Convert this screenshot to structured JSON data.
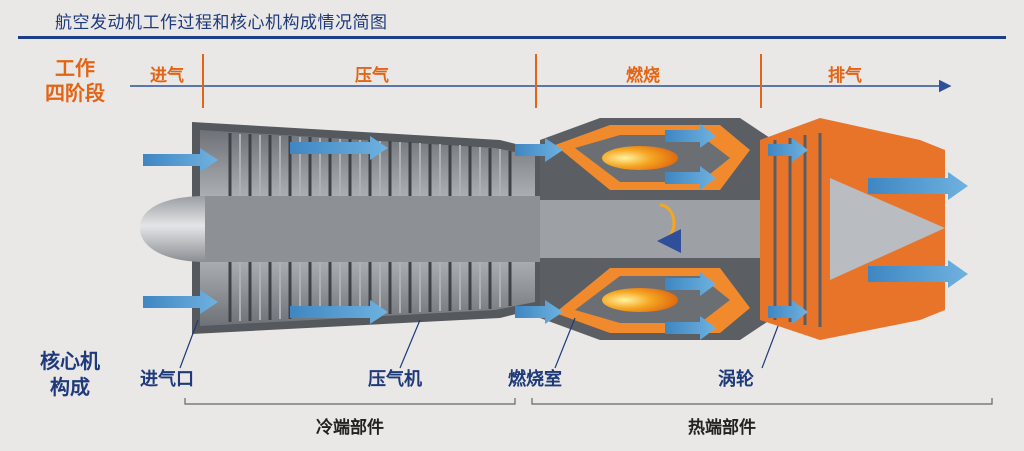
{
  "header": {
    "title": "航空发动机工作过程和核心机构成情况简图"
  },
  "stages": {
    "label_line1": "工作",
    "label_line2": "四阶段",
    "items": [
      "进气",
      "压气",
      "燃烧",
      "排气"
    ]
  },
  "core": {
    "label_line1": "核心机",
    "label_line2": "构成",
    "components": [
      "进气口",
      "压气机",
      "燃烧室",
      "涡轮"
    ]
  },
  "groups": [
    "冷端部件",
    "热端部件"
  ],
  "colors": {
    "title_blue": "#1f3a7a",
    "stage_orange": "#e36414",
    "arrow_blue": "#2f6fa8",
    "hot_orange": "#f08a2c",
    "flame": "#f5a623"
  }
}
